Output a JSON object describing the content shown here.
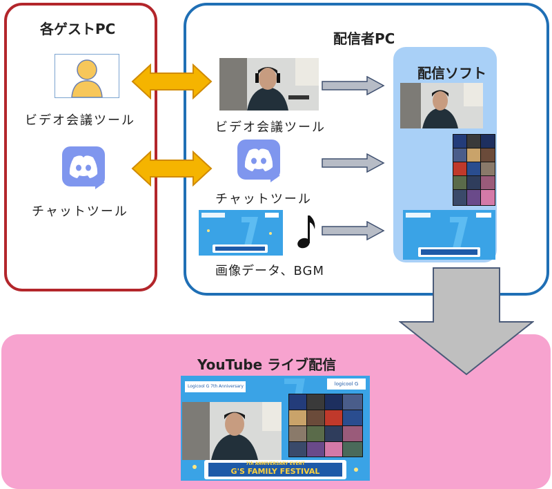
{
  "guest": {
    "title": "各ゲストPC",
    "video_label": "ビデオ会議ツール",
    "chat_label": "チャットツール"
  },
  "streamer": {
    "title": "配信者PC",
    "video_label": "ビデオ会議ツール",
    "chat_label": "チャットツール",
    "media_label": "画像データ、BGM"
  },
  "software": {
    "title": "配信ソフト"
  },
  "youtube": {
    "title": "YouTube ライブ配信"
  },
  "banner": {
    "top_text": "Logicool G 7th Anniversary",
    "event_line": "7th ANNIVERSARY EVENT",
    "festival_line": "G'S FAMILY FESTIVAL",
    "logo_text": "logicool G"
  },
  "colors": {
    "guest_border": "#b3262b",
    "streamer_border": "#1f6fb5",
    "software_fill": "#a9d0f7",
    "youtube_fill": "#f7a3cf",
    "double_arrow": "#f5b400",
    "flow_arrow": "#b7bcc6"
  },
  "icons": {
    "person": "person-icon",
    "discord": "discord-icon",
    "music": "music-note-icon"
  }
}
